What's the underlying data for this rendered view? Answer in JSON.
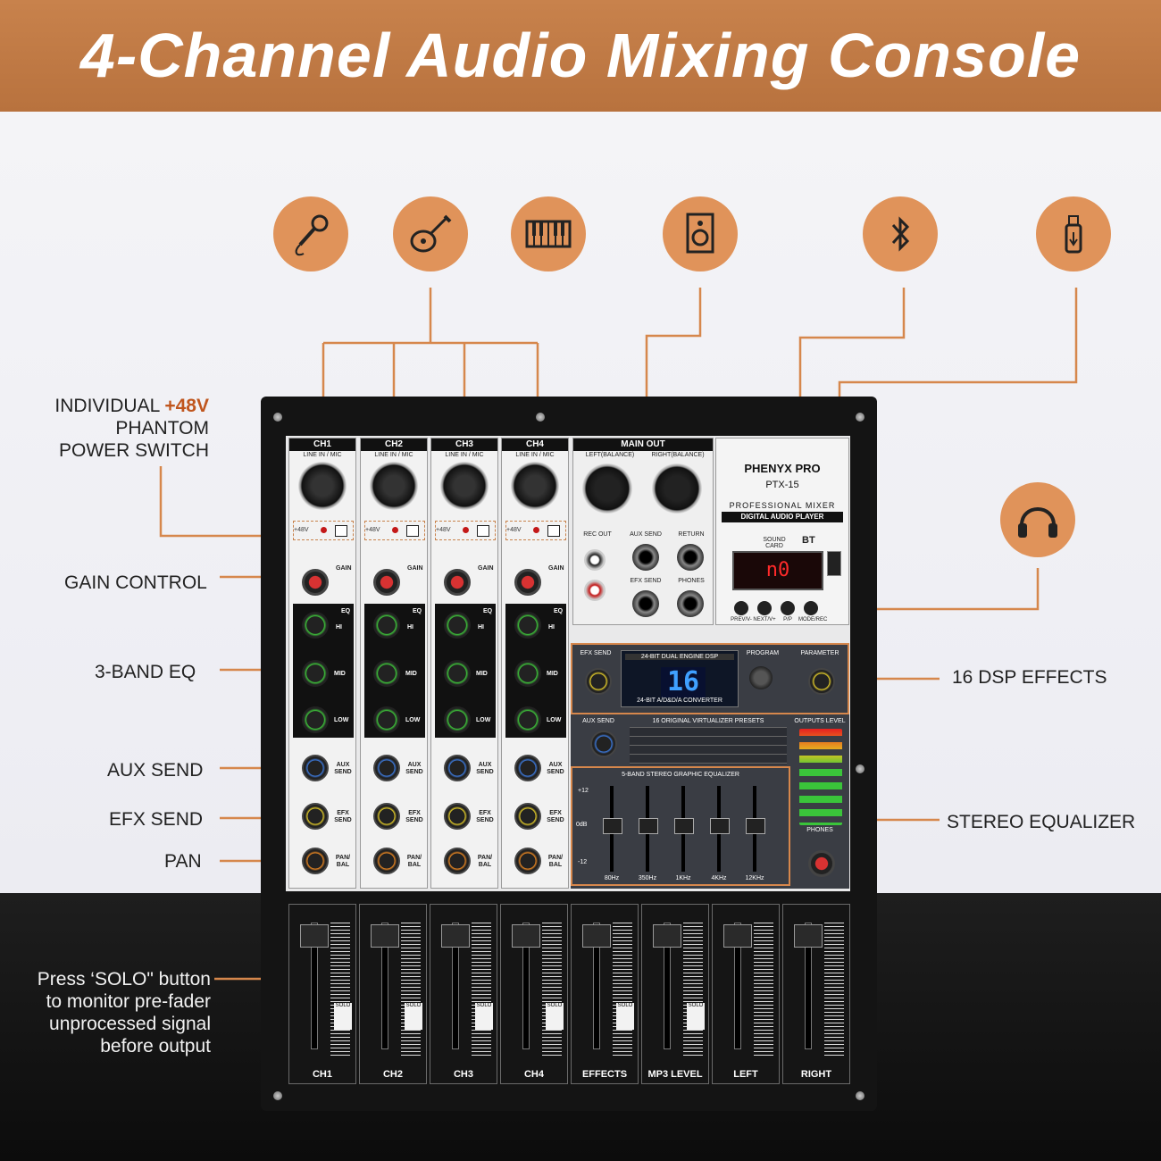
{
  "title": "4-Channel Audio Mixing Console",
  "input_icons": [
    "microphone-icon",
    "guitar-icon",
    "keyboard-icon",
    "speaker-icon",
    "bluetooth-icon",
    "usb-drive-icon"
  ],
  "side_icon": "headphones-icon",
  "accent_color": "#e0935a",
  "callouts": {
    "phantom_prefix": "INDIVIDUAL",
    "phantom_highlight": "+48V",
    "phantom_line2": "PHANTOM",
    "phantom_line3": "POWER SWITCH",
    "gain": "GAIN CONTROL",
    "eq": "3-BAND EQ",
    "aux": "AUX SEND",
    "efx": "EFX SEND",
    "pan": "PAN",
    "solo_line1": "Press ‘SOLO\" button",
    "solo_line2": "to monitor pre-fader",
    "solo_line3": "unprocessed signal",
    "solo_line4": "before output",
    "dsp": "16 DSP EFFECTS",
    "stereo_eq": "STEREO EQUALIZER"
  },
  "channels": [
    {
      "name": "CH1",
      "input": "LINE IN / MIC",
      "phantom": "+48V"
    },
    {
      "name": "CH2",
      "input": "LINE IN / MIC",
      "phantom": "+48V"
    },
    {
      "name": "CH3",
      "input": "LINE IN / MIC",
      "phantom": "+48V"
    },
    {
      "name": "CH4",
      "input": "LINE IN / MIC",
      "phantom": "+48V"
    }
  ],
  "knob_labels": {
    "gain": "GAIN",
    "eq": "EQ",
    "hi": "HI",
    "mid": "MID",
    "low": "LOW",
    "aux": "AUX SEND",
    "efx": "EFX SEND",
    "pan": "PAN/ BAL"
  },
  "main_out": {
    "title": "MAIN OUT",
    "left": "LEFT(BALANCE)",
    "right": "RIGHT(BALANCE)",
    "rec_out": "REC OUT",
    "aux_send": "AUX SEND",
    "return": "RETURN",
    "efx_send": "EFX SEND",
    "phones": "PHONES"
  },
  "brand": {
    "name": "PHENYX PRO",
    "model": "PTX-15",
    "subtitle": "PROFESSIONAL MIXER",
    "player": "DIGITAL AUDIO PLAYER",
    "sound_card": "SOUND CARD",
    "bt": "BT",
    "display": "n0",
    "buttons": [
      "PREV/V-",
      "NEXT/V+",
      "P/P",
      "MODE/REC"
    ]
  },
  "dsp": {
    "efx_send": "EFX SEND",
    "engine": "24-BIT DUAL ENGINE DSP",
    "converter": "24-BIT A/D&D/A CONVERTER",
    "program": "PROGRAM",
    "parameter": "PARAMETER",
    "preset_number": "16",
    "aux_send": "AUX SEND",
    "presets_title": "16 ORIGINAL VIRTUALIZER PRESETS",
    "outputs_level": "OUTPUTS LEVEL"
  },
  "graphic_eq": {
    "title": "5-BAND STEREO GRAPHIC EQUALIZER",
    "bands": [
      "80Hz",
      "350Hz",
      "1KHz",
      "4KHz",
      "12KHz"
    ],
    "top": "+12",
    "mid": "0dB",
    "bottom": "-12"
  },
  "faders": [
    "CH1",
    "CH2",
    "CH3",
    "CH4",
    "EFFECTS",
    "MP3 LEVEL",
    "LEFT",
    "RIGHT"
  ],
  "solo_label": "SOLO"
}
